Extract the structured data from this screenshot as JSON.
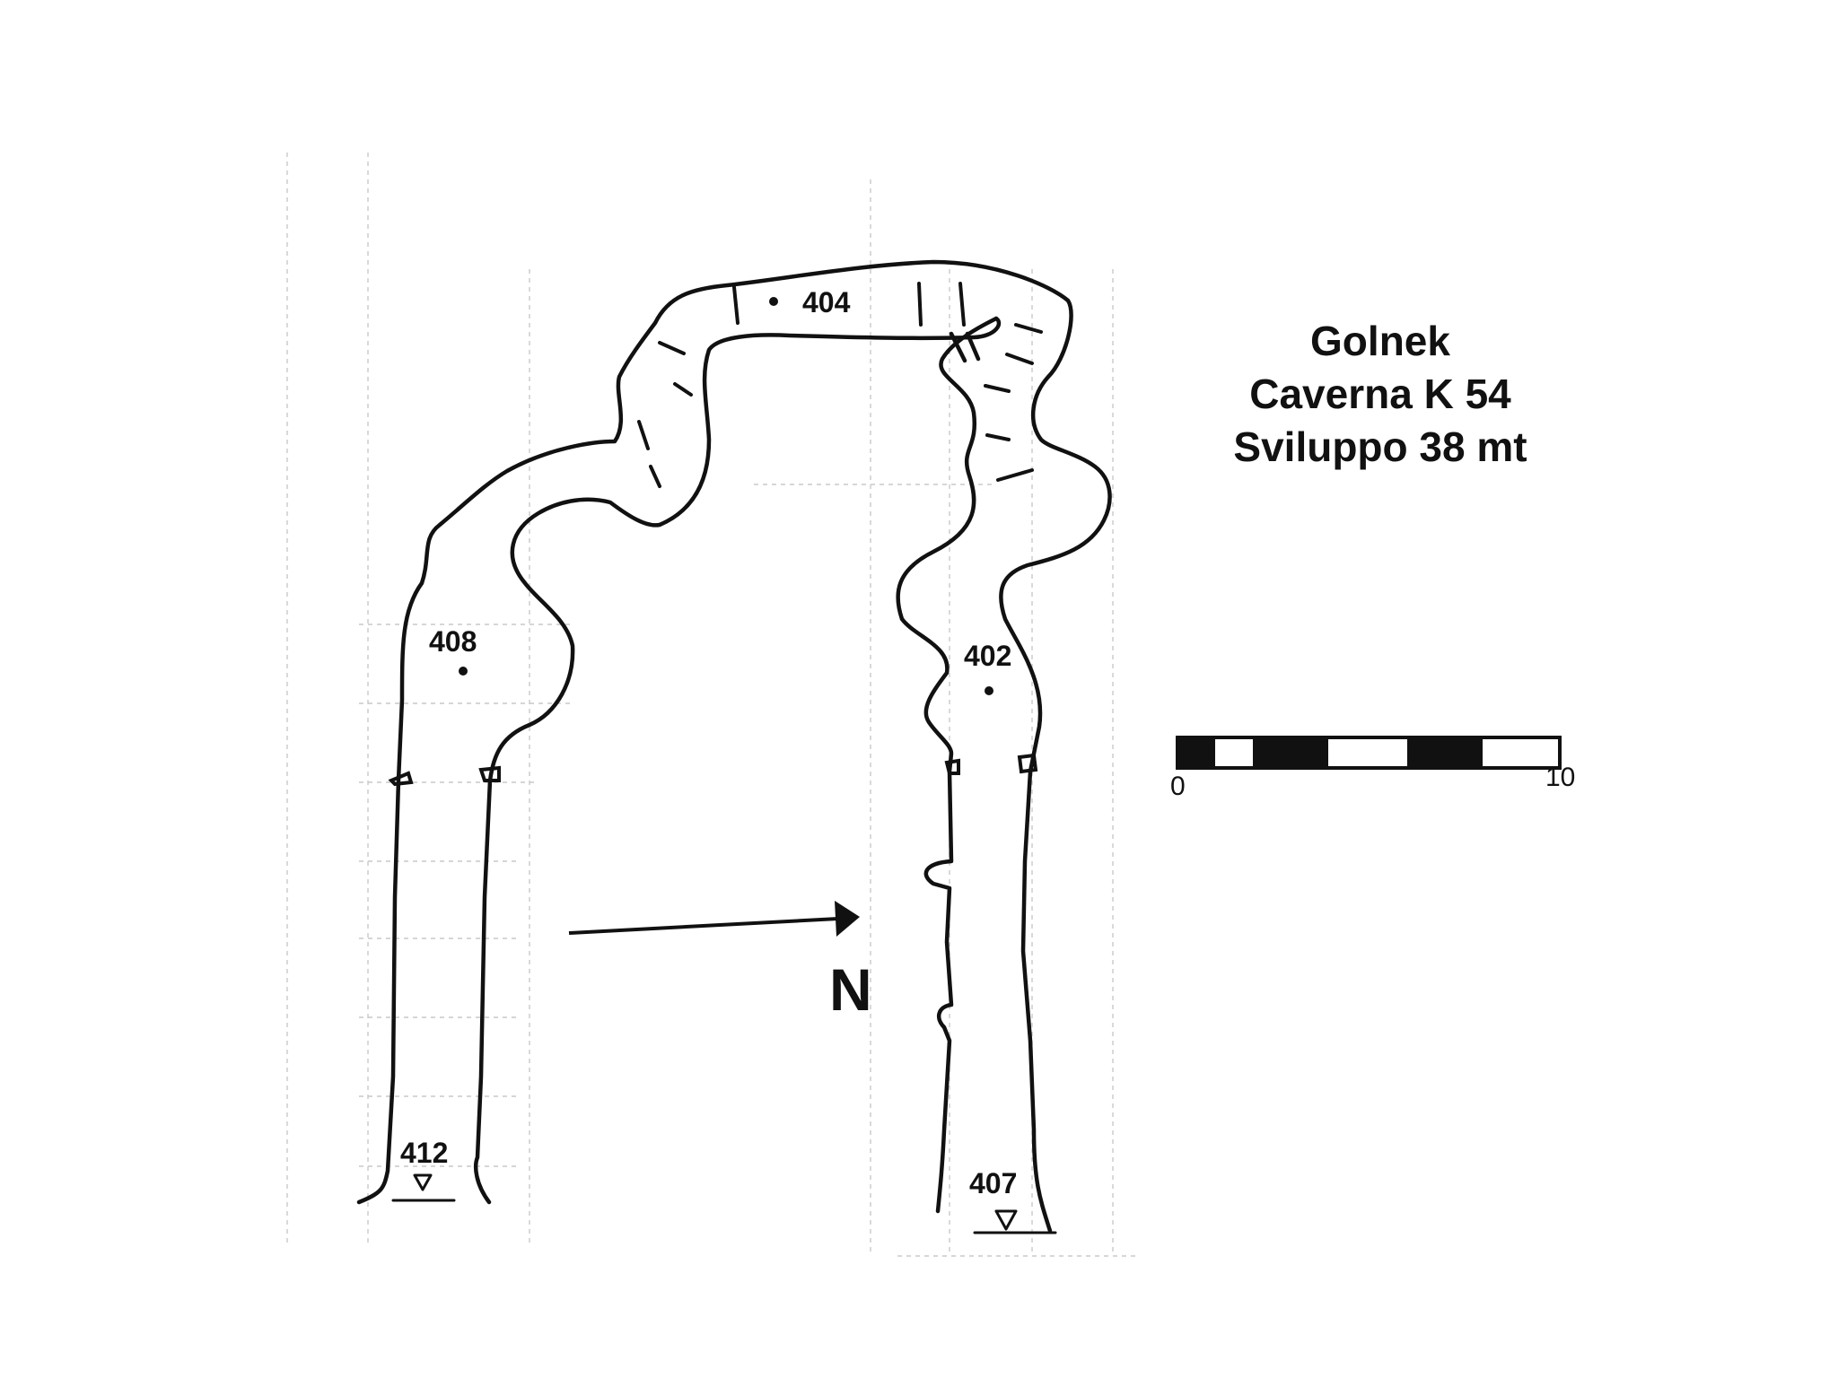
{
  "title": {
    "line1": "Golnek",
    "line2": "Caverna K 54",
    "line3": "Sviluppo 38 mt"
  },
  "north_label": "N",
  "stations": [
    {
      "id": "404",
      "label": "404"
    },
    {
      "id": "408",
      "label": "408"
    },
    {
      "id": "402",
      "label": "402"
    },
    {
      "id": "412",
      "label": "412"
    },
    {
      "id": "407",
      "label": "407"
    }
  ],
  "scale_bar": {
    "start_label": "0",
    "end_label": "10",
    "segments": 5
  },
  "colors": {
    "ink": "#111111",
    "grid": "#c9c9c9",
    "paper": "#ffffff"
  }
}
